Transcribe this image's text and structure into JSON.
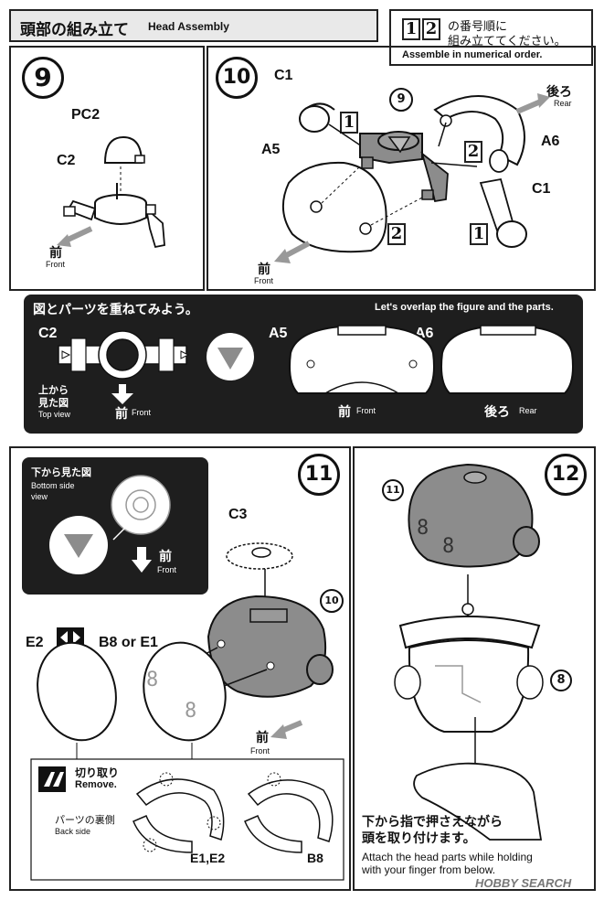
{
  "header": {
    "title_jp": "頭部の組み立て",
    "title_en": "Head Assembly",
    "order_num_1": "1",
    "order_num_2": "2",
    "order_jp_line1": "の番号順に",
    "order_jp_line2": "組み立ててください。",
    "order_en": "Assemble in numerical order."
  },
  "step9": {
    "number": "9",
    "part_pc2": "PC2",
    "part_c2": "C2",
    "front_jp": "前",
    "front_en": "Front"
  },
  "step10": {
    "number": "10",
    "part_c1_top": "C1",
    "part_a5": "A5",
    "part_a6": "A6",
    "part_c1_right": "C1",
    "ref_9": "9",
    "marker_1a": "1",
    "marker_2a": "2",
    "marker_2b": "2",
    "marker_1b": "1",
    "rear_jp": "後ろ",
    "rear_en": "Rear",
    "front_jp": "前",
    "front_en": "Front"
  },
  "overlap": {
    "title_jp": "図とパーツを重ねてみよう。",
    "title_en": "Let's overlap the figure and the parts.",
    "c2": "C2",
    "a5": "A5",
    "a6": "A6",
    "top_view_jp_1": "上から",
    "top_view_jp_2": "見た図",
    "top_view_en": "Top view",
    "front_jp": "前",
    "front_en": "Front",
    "a5_front_jp": "前",
    "a5_front_en": "Front",
    "a6_rear_jp": "後ろ",
    "a6_rear_en": "Rear"
  },
  "step11": {
    "number": "11",
    "bottom_view_jp": "下から見た図",
    "bottom_view_en_1": "Bottom side",
    "bottom_view_en_2": "view",
    "bv_front_jp": "前",
    "bv_front_en": "Front",
    "part_c3": "C3",
    "ref_10": "10",
    "part_e2": "E2",
    "part_b8_e1": "B8 or E1",
    "front_jp": "前",
    "front_en": "Front",
    "remove_jp": "切り取り",
    "remove_en": "Remove.",
    "back_jp": "パーツの裏側",
    "back_en": "Back side",
    "label_e1e2": "E1,E2",
    "label_b8": "B8"
  },
  "step12": {
    "number": "12",
    "ref_11": "11",
    "ref_8": "8",
    "instr_jp_1": "下から指で押さえながら",
    "instr_jp_2": "頭を取り付けます。",
    "instr_en_1": "Attach the head parts while holding",
    "instr_en_2": "with your finger from below."
  },
  "watermark": "HOBBY SEARCH",
  "colors": {
    "ink": "#111111",
    "panel": "#1e1e1e",
    "part_grey": "#8c8c8c",
    "arrow_grey": "#9a9a9a"
  }
}
